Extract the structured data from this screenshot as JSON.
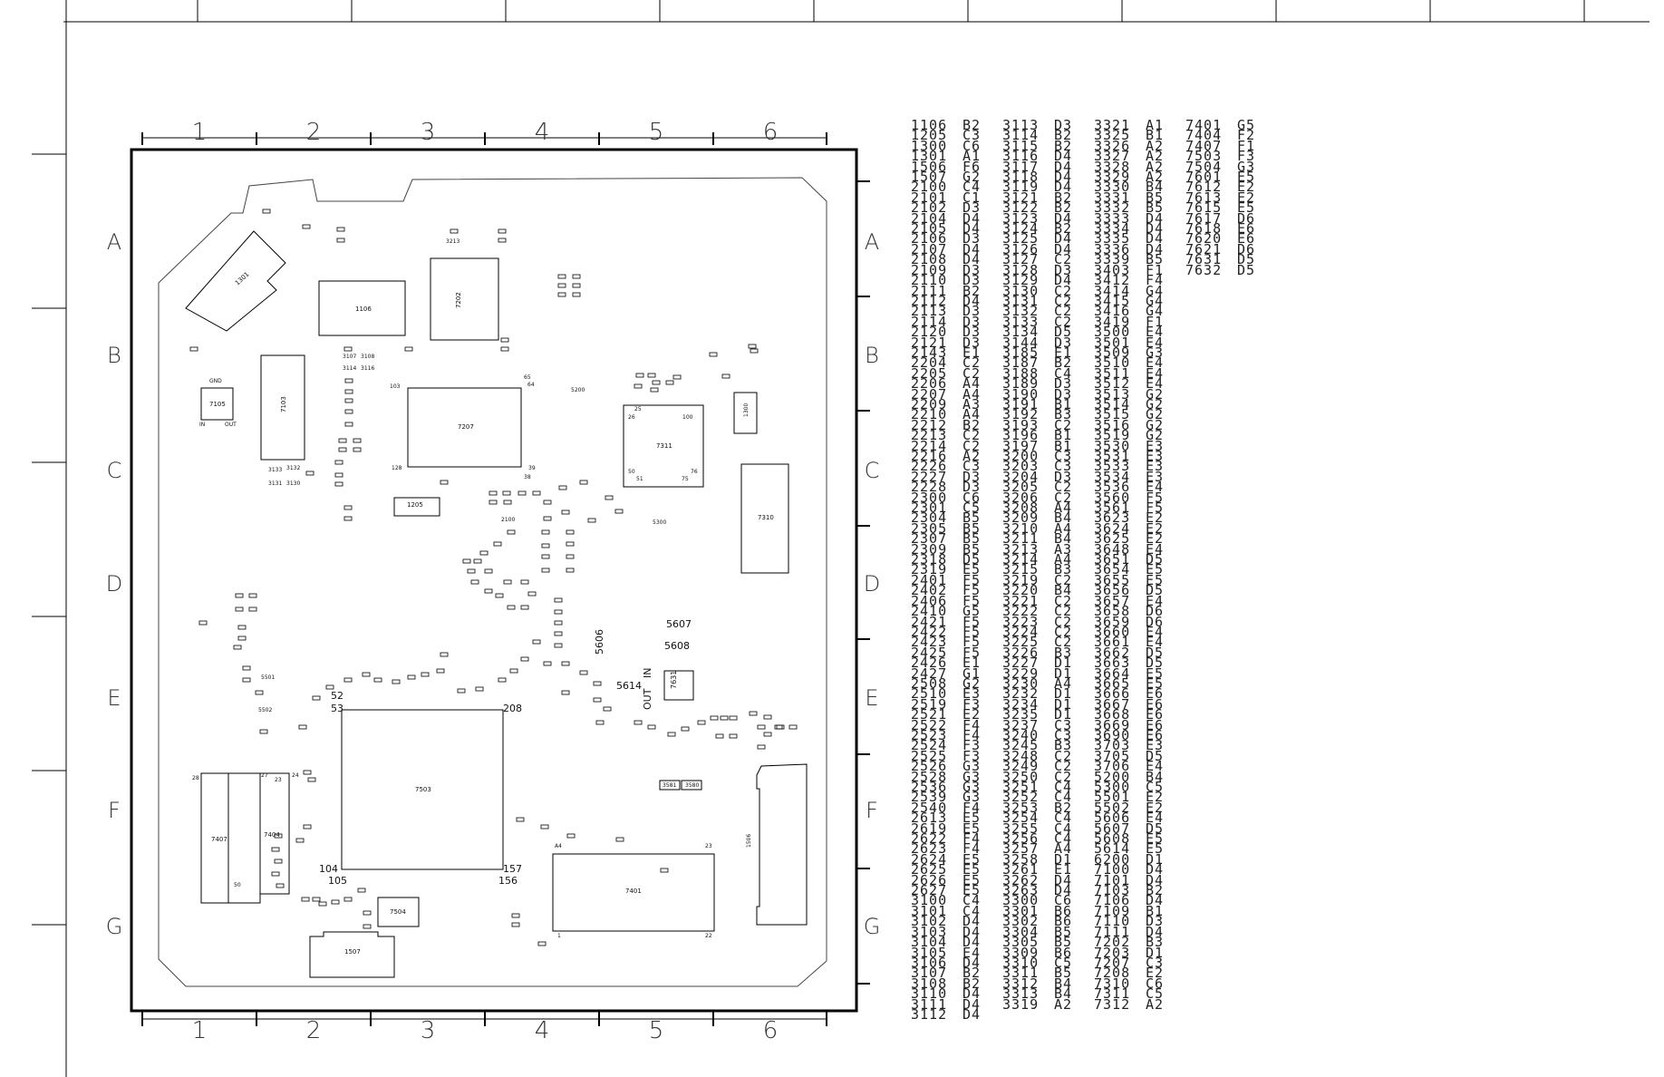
{
  "grid": {
    "cols_top": [
      "1",
      "2",
      "3",
      "4",
      "5",
      "6"
    ],
    "cols_bottom": [
      "1",
      "2",
      "3",
      "4",
      "5",
      "6"
    ],
    "rows_left": [
      "A",
      "B",
      "C",
      "D",
      "E",
      "F",
      "G"
    ],
    "rows_right": [
      "A",
      "B",
      "C",
      "D",
      "E",
      "F",
      "G"
    ]
  },
  "components": [
    {
      "ref": "1301",
      "kind": "ic"
    },
    {
      "ref": "1106",
      "kind": "connector"
    },
    {
      "ref": "7202",
      "kind": "ic"
    },
    {
      "ref": "7103",
      "kind": "ic"
    },
    {
      "ref": "7105",
      "kind": "ic"
    },
    {
      "ref": "7207",
      "kind": "ic"
    },
    {
      "ref": "7311",
      "kind": "ic"
    },
    {
      "ref": "7310",
      "kind": "ic"
    },
    {
      "ref": "1300",
      "kind": "ic"
    },
    {
      "ref": "1205",
      "kind": "crystal"
    },
    {
      "ref": "7503",
      "kind": "ic"
    },
    {
      "ref": "7407",
      "kind": "ic"
    },
    {
      "ref": "7404",
      "kind": "ic"
    },
    {
      "ref": "7504",
      "kind": "ic"
    },
    {
      "ref": "1507",
      "kind": "connector"
    },
    {
      "ref": "7401",
      "kind": "ic"
    },
    {
      "ref": "1506",
      "kind": "connector"
    },
    {
      "ref": "7631",
      "kind": "ic"
    }
  ],
  "labels": {
    "l5607": "5607",
    "l5608": "5608",
    "l5606": "5606",
    "l5614": "5614",
    "lout": "OUT",
    "lin": "IN",
    "l52": "52",
    "l53": "53",
    "l208": "208",
    "l104": "104",
    "l105": "105",
    "l157": "157",
    "l156": "156",
    "l3581": "3581",
    "l3580": "3580",
    "l5200": "5200",
    "l5300": "5300",
    "l5501": "5501",
    "l5502": "5502",
    "l2100": "2100",
    "l3213": "3213",
    "lgnd": "GND",
    "lin2": "IN",
    "lout2": "OUT",
    "l3107": "3107",
    "l3108": "3108",
    "l3114": "3114",
    "l3116": "3116",
    "l3133": "3133",
    "l3132": "3132",
    "l3131": "3131",
    "l3130": "3130",
    "l25": "25",
    "l26": "26",
    "l100": "100",
    "l50": "50",
    "l51": "51",
    "l76": "76",
    "l75": "75",
    "l128": "128",
    "l39": "39",
    "l38": "38",
    "l65": "65",
    "l64": "64",
    "l103": "103",
    "l28": "28",
    "l50b": "50",
    "l23": "23",
    "l24": "24",
    "l27": "27",
    "lA4": "A4",
    "l23b": "23",
    "l22": "22",
    "l1": "1"
  },
  "table": [
    [
      [
        "1106",
        "B2"
      ],
      [
        "1205",
        "C3"
      ],
      [
        "1300",
        "C6"
      ],
      [
        "1301",
        "A1"
      ],
      [
        "1506",
        "F6"
      ],
      [
        "1507",
        "G2"
      ],
      [
        "2100",
        "C4"
      ],
      [
        "2101",
        "C1"
      ],
      [
        "2102",
        "D3"
      ],
      [
        "2104",
        "D4"
      ],
      [
        "2105",
        "D4"
      ],
      [
        "2106",
        "D3"
      ],
      [
        "2107",
        "D4"
      ],
      [
        "2108",
        "D4"
      ],
      [
        "2109",
        "D3"
      ],
      [
        "2110",
        "D3"
      ],
      [
        "2111",
        "B2"
      ],
      [
        "2112",
        "D4"
      ],
      [
        "2113",
        "D3"
      ],
      [
        "2114",
        "D3"
      ],
      [
        "2120",
        "D3"
      ],
      [
        "2121",
        "D3"
      ],
      [
        "2143",
        "E1"
      ],
      [
        "2204",
        "C2"
      ],
      [
        "2205",
        "C2"
      ],
      [
        "2206",
        "A4"
      ],
      [
        "2207",
        "A4"
      ],
      [
        "2209",
        "A3"
      ],
      [
        "2210",
        "A4"
      ],
      [
        "2212",
        "B2"
      ],
      [
        "2213",
        "C2"
      ],
      [
        "2214",
        "C2"
      ],
      [
        "2216",
        "A2"
      ],
      [
        "2226",
        "C3"
      ],
      [
        "2227",
        "D3"
      ],
      [
        "2228",
        "D3"
      ],
      [
        "2300",
        "C6"
      ],
      [
        "2301",
        "C5"
      ],
      [
        "2304",
        "B5"
      ],
      [
        "2305",
        "B5"
      ],
      [
        "2307",
        "B5"
      ],
      [
        "2309",
        "B5"
      ],
      [
        "2318",
        "D5"
      ],
      [
        "2319",
        "E5"
      ],
      [
        "2401",
        "F5"
      ],
      [
        "2402",
        "F5"
      ],
      [
        "2406",
        "F5"
      ],
      [
        "2410",
        "G5"
      ],
      [
        "2421",
        "F5"
      ],
      [
        "2422",
        "F5"
      ],
      [
        "2423",
        "F5"
      ],
      [
        "2425",
        "F5"
      ],
      [
        "2426",
        "E1"
      ],
      [
        "2427",
        "G1"
      ],
      [
        "2508",
        "G2"
      ],
      [
        "2510",
        "E3"
      ],
      [
        "2519",
        "F3"
      ],
      [
        "2521",
        "E2"
      ],
      [
        "2522",
        "F4"
      ],
      [
        "2523",
        "F4"
      ],
      [
        "2524",
        "F3"
      ],
      [
        "2525",
        "F3"
      ],
      [
        "2526",
        "G3"
      ],
      [
        "2528",
        "G3"
      ],
      [
        "2536",
        "G3"
      ],
      [
        "2539",
        "G3"
      ],
      [
        "2540",
        "F4"
      ],
      [
        "2613",
        "E5"
      ],
      [
        "2619",
        "E5"
      ],
      [
        "2622",
        "F4"
      ],
      [
        "2623",
        "F4"
      ],
      [
        "2624",
        "E5"
      ],
      [
        "2625",
        "E5"
      ],
      [
        "2626",
        "E5"
      ],
      [
        "2627",
        "E5"
      ],
      [
        "3100",
        "C4"
      ],
      [
        "3101",
        "C4"
      ],
      [
        "3102",
        "D4"
      ],
      [
        "3103",
        "D4"
      ],
      [
        "3104",
        "D4"
      ],
      [
        "3105",
        "E4"
      ],
      [
        "3106",
        "D4"
      ],
      [
        "3107",
        "B2"
      ],
      [
        "3108",
        "B2"
      ],
      [
        "3110",
        "D4"
      ],
      [
        "3111",
        "D4"
      ],
      [
        "3112",
        "D4"
      ]
    ],
    [
      [
        "3113",
        "D3"
      ],
      [
        "3114",
        "B2"
      ],
      [
        "3115",
        "B2"
      ],
      [
        "3116",
        "D4"
      ],
      [
        "3117",
        "D4"
      ],
      [
        "3118",
        "D4"
      ],
      [
        "3119",
        "D4"
      ],
      [
        "3121",
        "B2"
      ],
      [
        "3122",
        "B2"
      ],
      [
        "3123",
        "D4"
      ],
      [
        "3124",
        "B2"
      ],
      [
        "3125",
        "D4"
      ],
      [
        "3126",
        "D4"
      ],
      [
        "3127",
        "C2"
      ],
      [
        "3128",
        "D3"
      ],
      [
        "3129",
        "D4"
      ],
      [
        "3130",
        "C2"
      ],
      [
        "3131",
        "C2"
      ],
      [
        "3132",
        "C2"
      ],
      [
        "3133",
        "C2"
      ],
      [
        "3134",
        "D5"
      ],
      [
        "3144",
        "D3"
      ],
      [
        "3185",
        "E1"
      ],
      [
        "3187",
        "B2"
      ],
      [
        "3188",
        "C4"
      ],
      [
        "3189",
        "D3"
      ],
      [
        "3190",
        "D3"
      ],
      [
        "3191",
        "B1"
      ],
      [
        "3192",
        "B3"
      ],
      [
        "3193",
        "C2"
      ],
      [
        "3196",
        "B1"
      ],
      [
        "3197",
        "B1"
      ],
      [
        "3200",
        "C3"
      ],
      [
        "3203",
        "C3"
      ],
      [
        "3204",
        "D3"
      ],
      [
        "3205",
        "C2"
      ],
      [
        "3206",
        "C2"
      ],
      [
        "3208",
        "A4"
      ],
      [
        "3209",
        "B4"
      ],
      [
        "3210",
        "A4"
      ],
      [
        "3211",
        "B4"
      ],
      [
        "3213",
        "A3"
      ],
      [
        "3214",
        "A4"
      ],
      [
        "3215",
        "B3"
      ],
      [
        "3219",
        "C2"
      ],
      [
        "3220",
        "B4"
      ],
      [
        "3221",
        "C2"
      ],
      [
        "3222",
        "C2"
      ],
      [
        "3223",
        "C2"
      ],
      [
        "3224",
        "C2"
      ],
      [
        "3225",
        "C2"
      ],
      [
        "3226",
        "B3"
      ],
      [
        "3227",
        "D1"
      ],
      [
        "3229",
        "D1"
      ],
      [
        "3230",
        "A4"
      ],
      [
        "3232",
        "D1"
      ],
      [
        "3234",
        "D1"
      ],
      [
        "3235",
        "D1"
      ],
      [
        "3237",
        "C3"
      ],
      [
        "3240",
        "C3"
      ],
      [
        "3245",
        "B3"
      ],
      [
        "3248",
        "C2"
      ],
      [
        "3249",
        "C2"
      ],
      [
        "3250",
        "C2"
      ],
      [
        "3251",
        "C4"
      ],
      [
        "3252",
        "C4"
      ],
      [
        "3253",
        "B2"
      ],
      [
        "3254",
        "C4"
      ],
      [
        "3255",
        "C4"
      ],
      [
        "3256",
        "C4"
      ],
      [
        "3257",
        "A4"
      ],
      [
        "3258",
        "D1"
      ],
      [
        "3261",
        "E1"
      ],
      [
        "3262",
        "D4"
      ],
      [
        "3263",
        "D4"
      ],
      [
        "3300",
        "C6"
      ],
      [
        "3301",
        "B6"
      ],
      [
        "3302",
        "B6"
      ],
      [
        "3304",
        "B5"
      ],
      [
        "3305",
        "B5"
      ],
      [
        "3309",
        "B6"
      ],
      [
        "3310",
        "C5"
      ],
      [
        "3311",
        "B5"
      ],
      [
        "3312",
        "B4"
      ],
      [
        "3313",
        "B4"
      ],
      [
        "3319",
        "A2"
      ]
    ],
    [
      [
        "3321",
        "A1"
      ],
      [
        "3325",
        "B1"
      ],
      [
        "3326",
        "A2"
      ],
      [
        "3327",
        "A2"
      ],
      [
        "3328",
        "A2"
      ],
      [
        "3329",
        "A2"
      ],
      [
        "3330",
        "B4"
      ],
      [
        "3331",
        "B5"
      ],
      [
        "3332",
        "B5"
      ],
      [
        "3333",
        "D4"
      ],
      [
        "3334",
        "D4"
      ],
      [
        "3335",
        "D4"
      ],
      [
        "3336",
        "D4"
      ],
      [
        "3339",
        "B5"
      ],
      [
        "3403",
        "F1"
      ],
      [
        "3412",
        "F4"
      ],
      [
        "3414",
        "G4"
      ],
      [
        "3415",
        "G4"
      ],
      [
        "3416",
        "G4"
      ],
      [
        "3419",
        "F1"
      ],
      [
        "3500",
        "E4"
      ],
      [
        "3501",
        "E4"
      ],
      [
        "3509",
        "G3"
      ],
      [
        "3510",
        "E4"
      ],
      [
        "3511",
        "E4"
      ],
      [
        "3512",
        "E4"
      ],
      [
        "3513",
        "G2"
      ],
      [
        "3514",
        "G2"
      ],
      [
        "3515",
        "G2"
      ],
      [
        "3516",
        "G2"
      ],
      [
        "3519",
        "G2"
      ],
      [
        "3530",
        "E3"
      ],
      [
        "3531",
        "E3"
      ],
      [
        "3533",
        "E3"
      ],
      [
        "3534",
        "E3"
      ],
      [
        "3536",
        "E4"
      ],
      [
        "3560",
        "F5"
      ],
      [
        "3561",
        "F5"
      ],
      [
        "3623",
        "E2"
      ],
      [
        "3624",
        "E2"
      ],
      [
        "3625",
        "E2"
      ],
      [
        "3648",
        "E4"
      ],
      [
        "3651",
        "D5"
      ],
      [
        "3654",
        "E5"
      ],
      [
        "3655",
        "E5"
      ],
      [
        "3656",
        "D5"
      ],
      [
        "3657",
        "E4"
      ],
      [
        "3658",
        "D6"
      ],
      [
        "3659",
        "D6"
      ],
      [
        "3660",
        "E4"
      ],
      [
        "3661",
        "E4"
      ],
      [
        "3662",
        "D5"
      ],
      [
        "3663",
        "D5"
      ],
      [
        "3664",
        "E5"
      ],
      [
        "3665",
        "E5"
      ],
      [
        "3666",
        "E6"
      ],
      [
        "3667",
        "E6"
      ],
      [
        "3668",
        "E6"
      ],
      [
        "3669",
        "E6"
      ],
      [
        "3690",
        "E6"
      ],
      [
        "3703",
        "E3"
      ],
      [
        "3705",
        "D5"
      ],
      [
        "3706",
        "E4"
      ],
      [
        "5200",
        "B4"
      ],
      [
        "5300",
        "C5"
      ],
      [
        "5501",
        "E2"
      ],
      [
        "5502",
        "E2"
      ],
      [
        "5606",
        "E4"
      ],
      [
        "5607",
        "D5"
      ],
      [
        "5608",
        "E5"
      ],
      [
        "5614",
        "E5"
      ],
      [
        "6200",
        "D1"
      ],
      [
        "7100",
        "D4"
      ],
      [
        "7101",
        "D4"
      ],
      [
        "7103",
        "B2"
      ],
      [
        "7106",
        "D4"
      ],
      [
        "7109",
        "B1"
      ],
      [
        "7110",
        "D3"
      ],
      [
        "7111",
        "D4"
      ],
      [
        "7202",
        "B3"
      ],
      [
        "7203",
        "D1"
      ],
      [
        "7207",
        "C3"
      ],
      [
        "7208",
        "E2"
      ],
      [
        "7310",
        "C6"
      ],
      [
        "7311",
        "C5"
      ],
      [
        "7312",
        "A2"
      ]
    ],
    [
      [
        "7401",
        "G5"
      ],
      [
        "7404",
        "F2"
      ],
      [
        "7407",
        "F1"
      ],
      [
        "7503",
        "F3"
      ],
      [
        "7504",
        "G3"
      ],
      [
        "7601",
        "E5"
      ],
      [
        "7612",
        "E2"
      ],
      [
        "7613",
        "E2"
      ],
      [
        "7615",
        "E5"
      ],
      [
        "7617",
        "D6"
      ],
      [
        "7618",
        "E6"
      ],
      [
        "7620",
        "E6"
      ],
      [
        "7621",
        "D6"
      ],
      [
        "7631",
        "D5"
      ],
      [
        "7632",
        "D5"
      ]
    ]
  ]
}
